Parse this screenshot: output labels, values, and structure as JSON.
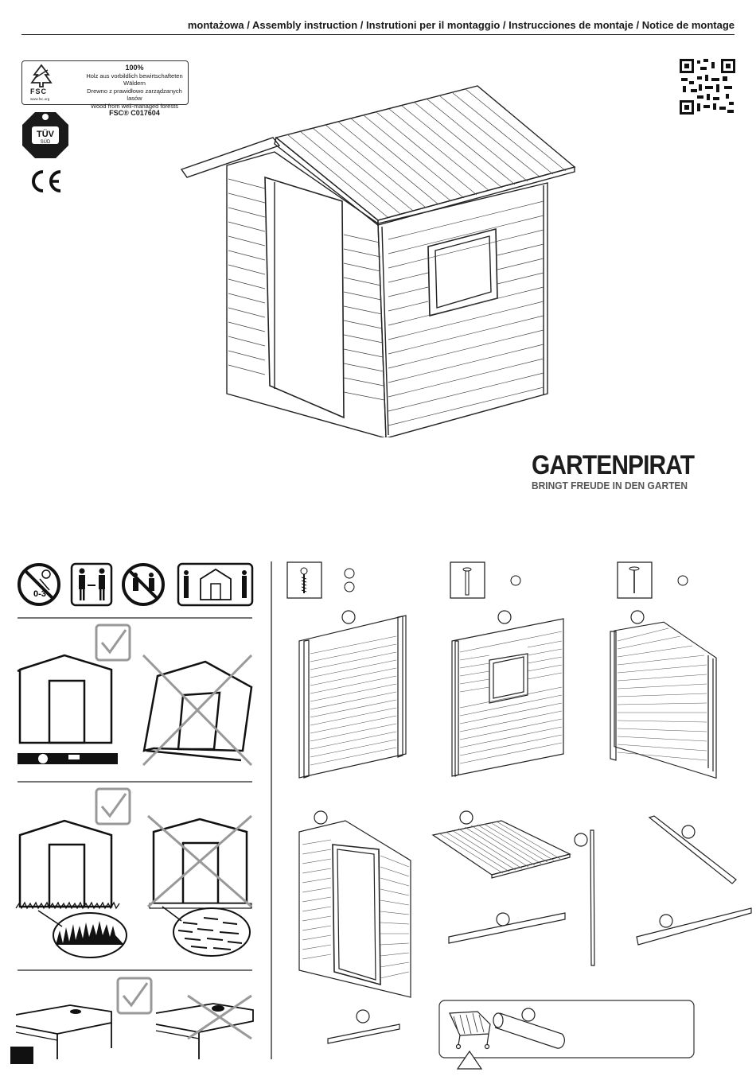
{
  "header": {
    "title": "montażowa / Assembly instruction / Instrutioni per il montaggio / Instrucciones de montaje / Notice de montage"
  },
  "certifications": {
    "fsc": {
      "percent": "100%",
      "line_de": "Holz aus vorbildlich bewirtschafteten Wäldern",
      "line_pl": "Drewno z prawidłowo zarządzanych lasów",
      "line_en": "Wood from well-managed forests",
      "license": "FSC® C017604",
      "logo_label": "FSC",
      "url": "www.fsc.org"
    },
    "tuv": {
      "label": "TÜV",
      "sub": "SÜD"
    },
    "ce": {
      "label": "CE"
    }
  },
  "brand": {
    "name": "GARTENPIRAT",
    "tagline": "BRINGT FREUDE IN DEN GARTEN"
  },
  "warnings": {
    "age": "0-3"
  },
  "colors": {
    "ink": "#1a1a1a",
    "brand_grey": "#555555"
  }
}
